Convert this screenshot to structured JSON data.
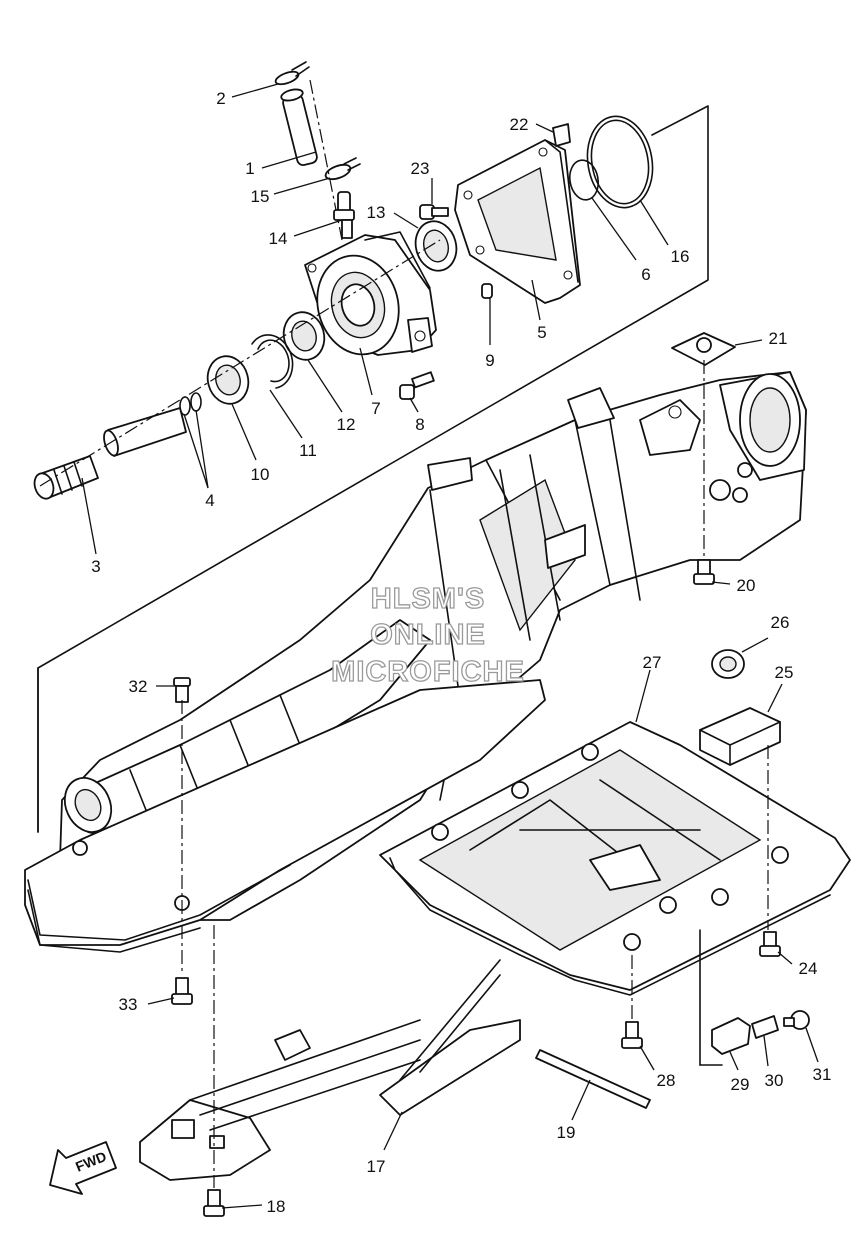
{
  "watermark": {
    "line1": "HLSM'S",
    "line2": "ONLINE",
    "line3": "MICROFICHE"
  },
  "direction_arrow": {
    "label": "FWD"
  },
  "callouts": {
    "c1": "1",
    "c2": "2",
    "c3": "3",
    "c4": "4",
    "c5": "5",
    "c6": "6",
    "c7": "7",
    "c8": "8",
    "c9": "9",
    "c10": "10",
    "c11": "11",
    "c12": "12",
    "c13": "13",
    "c14": "14",
    "c15": "15",
    "c16": "16",
    "c17": "17",
    "c18": "18",
    "c19": "19",
    "c20": "20",
    "c21": "21",
    "c22": "22",
    "c23": "23",
    "c24": "24",
    "c25": "25",
    "c26": "26",
    "c27": "27",
    "c28": "28",
    "c29": "29",
    "c30": "30",
    "c31": "31",
    "c32": "32",
    "c33": "33"
  }
}
